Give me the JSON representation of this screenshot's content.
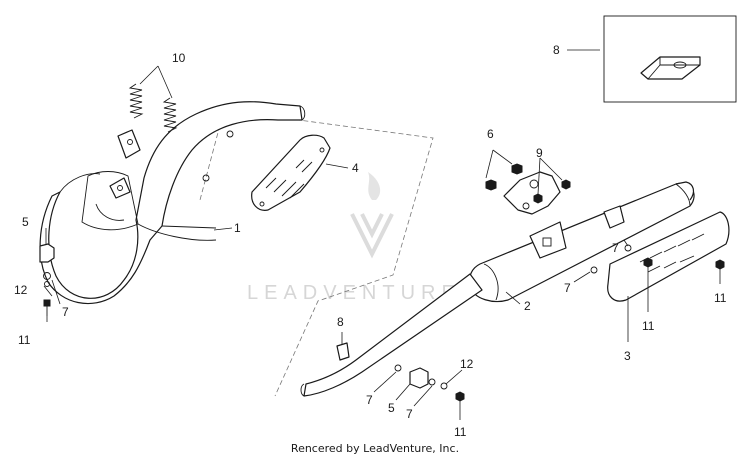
{
  "watermark": {
    "text": "LEADVENTURE"
  },
  "footer": {
    "credit": "Rencered by LeadVenture, Inc."
  },
  "callouts": {
    "c1": "1",
    "c2": "2",
    "c3": "3",
    "c4": "4",
    "c5a": "5",
    "c5b": "5",
    "c6": "6",
    "c7a": "7",
    "c7b": "7",
    "c7c": "7",
    "c7d": "7",
    "c7e": "7",
    "c8a": "8",
    "c8b": "8",
    "c9": "9",
    "c10": "10",
    "c11a": "11",
    "c11b": "11",
    "c11c": "11",
    "c11d": "11",
    "c12a": "12",
    "c12b": "12"
  }
}
